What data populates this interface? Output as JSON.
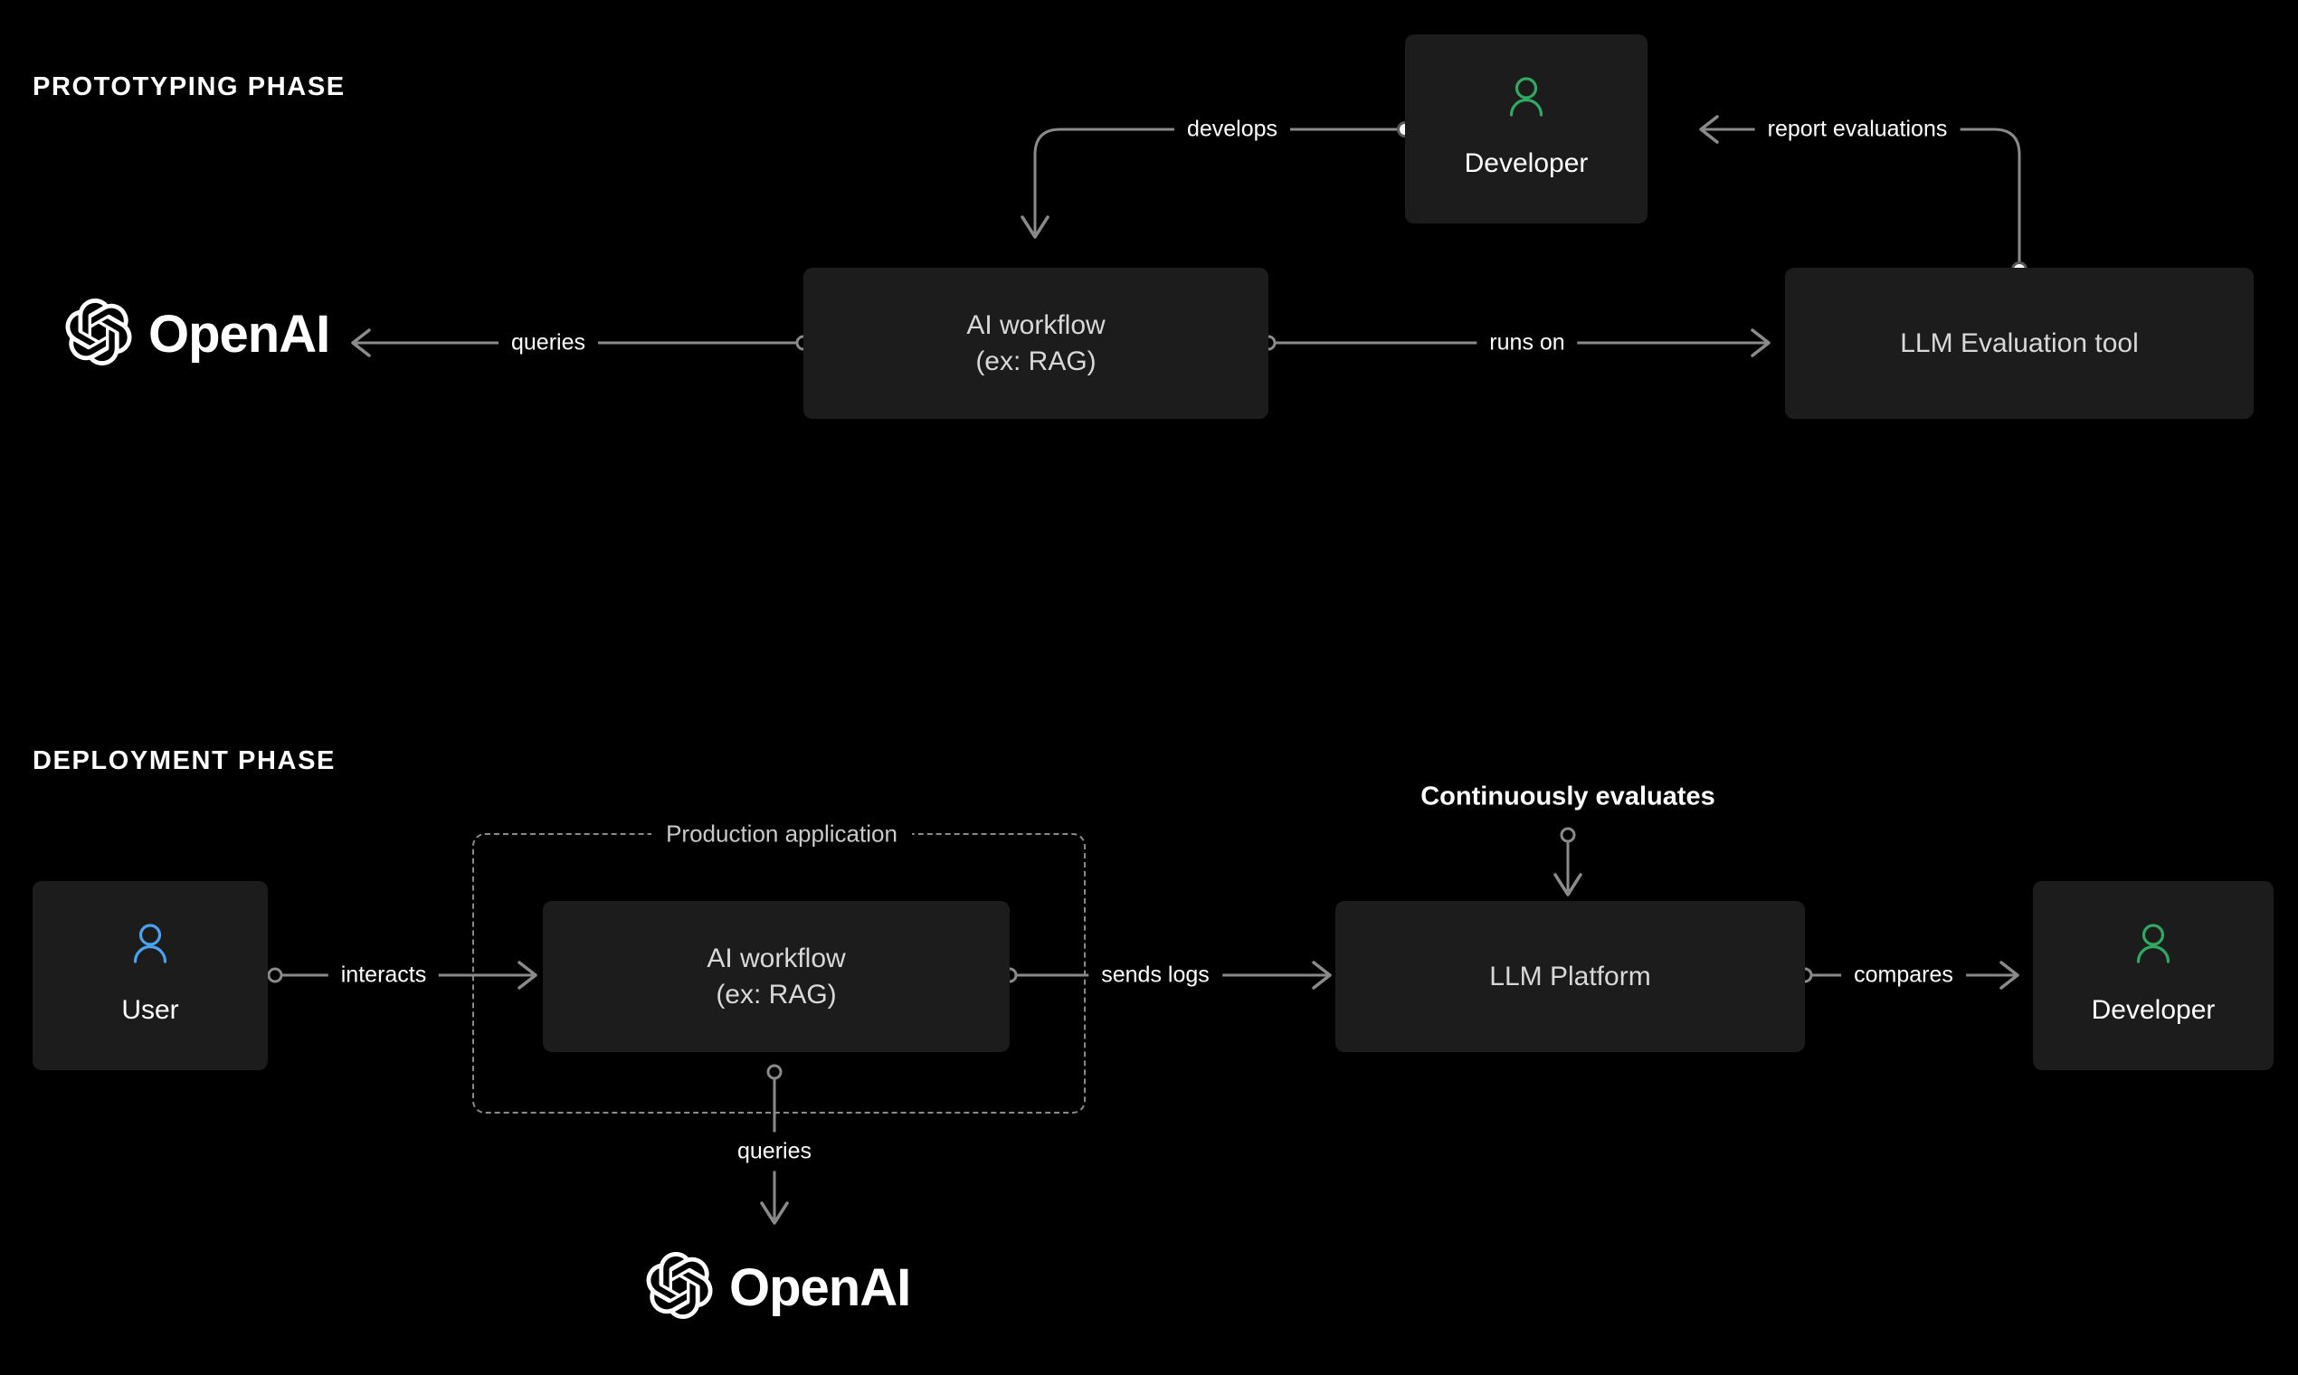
{
  "diagram": {
    "background": "#000000",
    "node_fill": "#1c1c1c",
    "edge_color": "#8a8a8a",
    "developer_icon_color": "#2faa62",
    "user_icon_color": "#4aa3f0",
    "label_color": "#ffffff"
  },
  "sections": {
    "prototyping": {
      "title": "PROTOTYPING PHASE"
    },
    "deployment": {
      "title": "DEPLOYMENT PHASE"
    }
  },
  "brand": {
    "openai_wordmark": "OpenAI",
    "openai_logo_icon": "openai-blossom-icon"
  },
  "prototyping": {
    "nodes": [
      {
        "id": "openai-top",
        "label": "OpenAI",
        "type": "brand"
      },
      {
        "id": "ai-workflow-top",
        "label": "AI workflow\n(ex: RAG)",
        "type": "process"
      },
      {
        "id": "developer-top",
        "label": "Developer",
        "type": "actor",
        "icon": "person-icon",
        "icon_color": "#2faa62"
      },
      {
        "id": "llm-eval-tool",
        "label": "LLM Evaluation tool",
        "type": "process"
      }
    ],
    "edges": [
      {
        "id": "queries-top",
        "label": "queries",
        "from": "ai-workflow-top",
        "to": "openai-top"
      },
      {
        "id": "develops",
        "label": "develops",
        "from": "developer-top",
        "to": "ai-workflow-top"
      },
      {
        "id": "runs-on",
        "label": "runs on",
        "from": "ai-workflow-top",
        "to": "llm-eval-tool"
      },
      {
        "id": "report-evaluations",
        "label": "report evaluations",
        "from": "llm-eval-tool",
        "to": "developer-top"
      }
    ]
  },
  "deployment": {
    "group": {
      "id": "production-application",
      "label": "Production application"
    },
    "nodes": [
      {
        "id": "user",
        "label": "User",
        "type": "actor",
        "icon": "person-icon",
        "icon_color": "#4aa3f0"
      },
      {
        "id": "ai-workflow-bottom",
        "label": "AI workflow\n(ex: RAG)",
        "type": "process"
      },
      {
        "id": "llm-platform",
        "label": "LLM Platform",
        "type": "process"
      },
      {
        "id": "developer-bottom",
        "label": "Developer",
        "type": "actor",
        "icon": "person-icon",
        "icon_color": "#2faa62"
      },
      {
        "id": "openai-bottom",
        "label": "OpenAI",
        "type": "brand"
      }
    ],
    "edges": [
      {
        "id": "interacts",
        "label": "interacts",
        "from": "user",
        "to": "ai-workflow-bottom"
      },
      {
        "id": "sends-logs",
        "label": "sends logs",
        "from": "ai-workflow-bottom",
        "to": "llm-platform"
      },
      {
        "id": "compares",
        "label": "compares",
        "from": "llm-platform",
        "to": "developer-bottom"
      },
      {
        "id": "continuously-evaluates",
        "label": "Continuously evaluates",
        "to": "llm-platform",
        "emphasis": true
      },
      {
        "id": "queries-bottom",
        "label": "queries",
        "from": "ai-workflow-bottom",
        "to": "openai-bottom"
      }
    ]
  }
}
